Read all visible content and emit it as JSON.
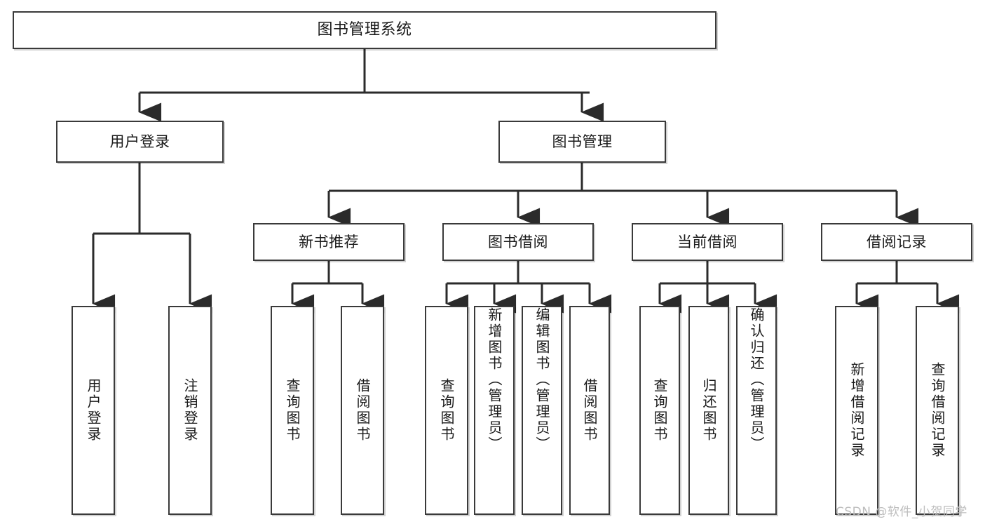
{
  "diagram": {
    "title": "图书管理系统",
    "root": {
      "label": "图书管理系统"
    },
    "level2": [
      {
        "label": "用户登录"
      },
      {
        "label": "图书管理"
      }
    ],
    "level3": [
      {
        "label": "新书推荐"
      },
      {
        "label": "图书借阅"
      },
      {
        "label": "当前借阅"
      },
      {
        "label": "借阅记录"
      }
    ],
    "leaves": {
      "user_login": [
        {
          "label": "用户登录"
        },
        {
          "label": "注销登录"
        }
      ],
      "new_book_recommend": [
        {
          "label": "查询图书"
        },
        {
          "label": "借阅图书"
        }
      ],
      "book_borrow": [
        {
          "label": "查询图书"
        },
        {
          "label": "新增图书（管理员）"
        },
        {
          "label": "编辑图书（管理员）"
        },
        {
          "label": "借阅图书"
        }
      ],
      "current_borrow": [
        {
          "label": "查询图书"
        },
        {
          "label": "归还图书"
        },
        {
          "label": "确认归还（管理员）"
        }
      ],
      "borrow_record": [
        {
          "label": "新增借阅记录"
        },
        {
          "label": "查询借阅记录"
        }
      ]
    }
  },
  "watermark": {
    "text": "CSDN @软件_小贺同学"
  },
  "colors": {
    "background": "#ffffff",
    "node_fill": "#ffffff",
    "node_border": "#3a3a3a",
    "edge": "#2b2b2b",
    "text": "#1a1a1a",
    "watermark": "#bdbdbd"
  }
}
